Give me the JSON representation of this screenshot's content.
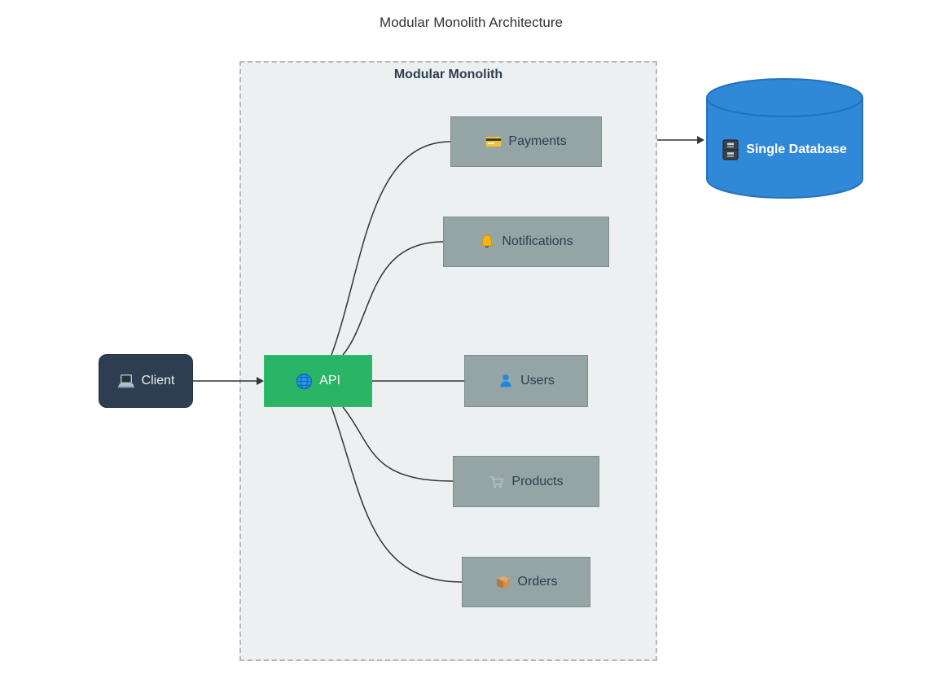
{
  "diagram": {
    "title": "Modular Monolith Architecture",
    "container": {
      "label": "Modular Monolith"
    },
    "nodes": [
      {
        "id": "client",
        "label": "Client",
        "icon": "laptop-icon",
        "shape": "rounded-rect",
        "fill": "#2c3e50",
        "text_color": "#eceff1"
      },
      {
        "id": "api",
        "label": "API",
        "icon": "globe-icon",
        "shape": "rect",
        "fill": "#2ab465",
        "text_color": "#ffffff"
      },
      {
        "id": "payments",
        "label": "Payments",
        "icon": "credit-card-icon",
        "shape": "rect",
        "fill": "#95a5a6",
        "text_color": "#2c3e50"
      },
      {
        "id": "notifications",
        "label": "Notifications",
        "icon": "bell-icon",
        "shape": "rect",
        "fill": "#95a5a6",
        "text_color": "#2c3e50"
      },
      {
        "id": "users",
        "label": "Users",
        "icon": "user-icon",
        "shape": "rect",
        "fill": "#95a5a6",
        "text_color": "#2c3e50"
      },
      {
        "id": "products",
        "label": "Products",
        "icon": "cart-icon",
        "shape": "rect",
        "fill": "#95a5a6",
        "text_color": "#2c3e50"
      },
      {
        "id": "orders",
        "label": "Orders",
        "icon": "package-icon",
        "shape": "rect",
        "fill": "#95a5a6",
        "text_color": "#2c3e50"
      },
      {
        "id": "database",
        "label": "Single Database",
        "icon": "file-cabinet-icon",
        "shape": "cylinder",
        "fill": "#2f88d8",
        "text_color": "#ffffff"
      }
    ],
    "edges": [
      {
        "from": "client",
        "to": "api",
        "arrow": true
      },
      {
        "from": "api",
        "to": "payments",
        "arrow": false
      },
      {
        "from": "api",
        "to": "notifications",
        "arrow": false
      },
      {
        "from": "api",
        "to": "users",
        "arrow": false
      },
      {
        "from": "api",
        "to": "products",
        "arrow": false
      },
      {
        "from": "api",
        "to": "orders",
        "arrow": false
      },
      {
        "from": "modular-monolith",
        "to": "database",
        "arrow": true
      }
    ],
    "colors": {
      "background": "#ffffff",
      "container_bg": "#edf0f1",
      "container_border": "#b6babd",
      "module_gray": "#95a5a6",
      "api_green": "#2ab465",
      "client_navy": "#2c3e50",
      "database_blue": "#2f88d8",
      "edge": "#333333",
      "text_dark": "#2c3e50"
    }
  }
}
